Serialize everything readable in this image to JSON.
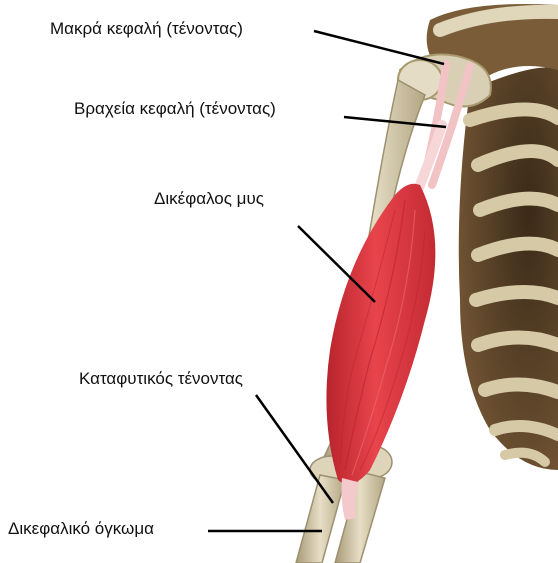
{
  "labels": {
    "long_head": "Μακρά κεφαλή (τένοντας)",
    "short_head": "Βραχεία κεφαλή (τένοντας)",
    "muscle": "Δικέφαλος μυς",
    "insertion_tendon": "Καταφυτικός τένοντας",
    "tuberosity": "Δικεφαλικό όγκωμα"
  },
  "colors": {
    "muscle": "#e2353f",
    "bone": "#d8cfb4",
    "bone_shadow": "#6b5233",
    "tendon": "#f2c2c4",
    "leader": "#000000"
  }
}
